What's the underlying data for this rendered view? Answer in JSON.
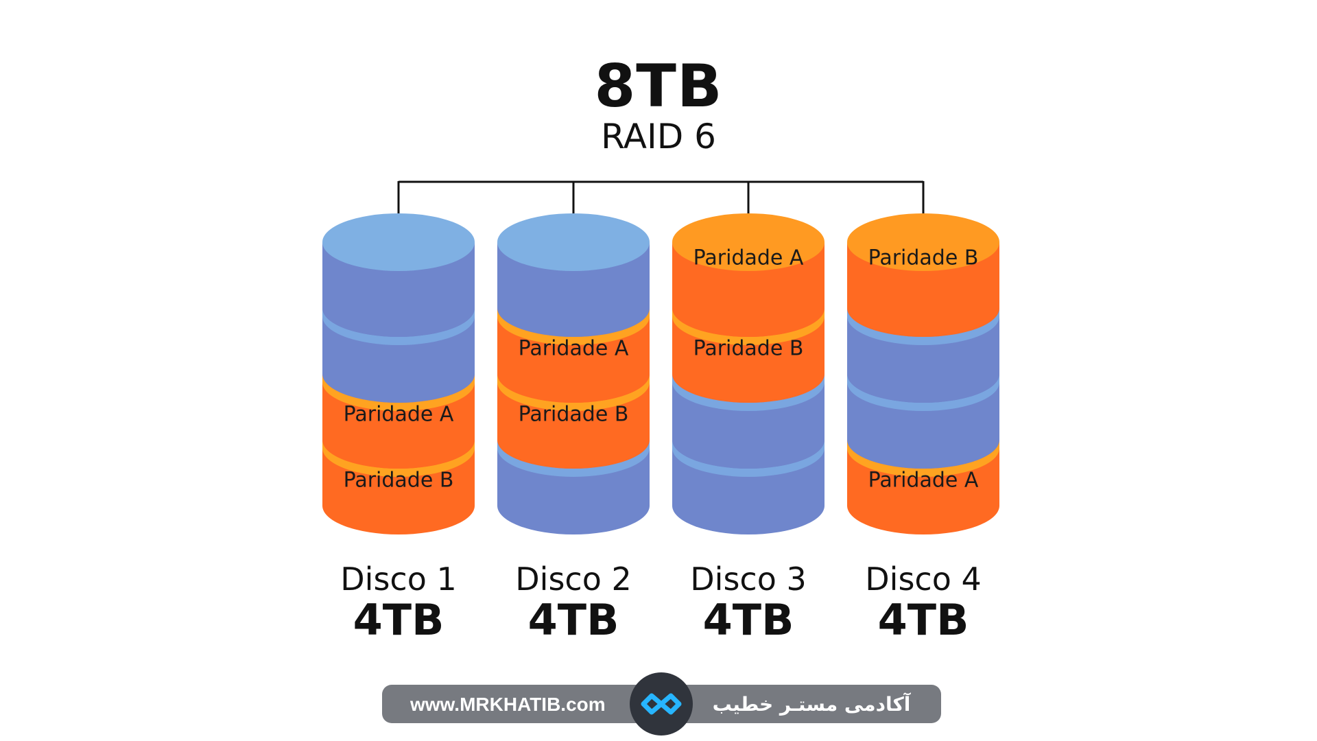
{
  "header": {
    "capacity": "8TB",
    "raid_level": "RAID 6"
  },
  "colors": {
    "data_top": "#7fb0e3",
    "data_body": "#6f86cc",
    "data_ring": "#7aa6e0",
    "parity_top": "#ff9a22",
    "parity_body": "#ff6a22",
    "parity_ring": "#ffa321",
    "connector": "#111111",
    "footer_bg": "#777a80",
    "logo_bg": "#30343c",
    "logo_accent": "#27b5ff"
  },
  "disks": [
    {
      "name": "Disco 1",
      "capacity": "4TB",
      "segments": [
        {
          "type": "data",
          "label": ""
        },
        {
          "type": "data",
          "label": ""
        },
        {
          "type": "parity",
          "label": "Paridade A"
        },
        {
          "type": "parity",
          "label": "Paridade B"
        }
      ]
    },
    {
      "name": "Disco 2",
      "capacity": "4TB",
      "segments": [
        {
          "type": "data",
          "label": ""
        },
        {
          "type": "parity",
          "label": "Paridade A"
        },
        {
          "type": "parity",
          "label": "Paridade B"
        },
        {
          "type": "data",
          "label": ""
        }
      ]
    },
    {
      "name": "Disco 3",
      "capacity": "4TB",
      "segments": [
        {
          "type": "parity",
          "label": "Paridade A"
        },
        {
          "type": "parity",
          "label": "Paridade B"
        },
        {
          "type": "data",
          "label": ""
        },
        {
          "type": "data",
          "label": ""
        }
      ]
    },
    {
      "name": "Disco 4",
      "capacity": "4TB",
      "segments": [
        {
          "type": "parity",
          "label": "Paridade B"
        },
        {
          "type": "data",
          "label": ""
        },
        {
          "type": "data",
          "label": ""
        },
        {
          "type": "parity",
          "label": "Paridade A"
        }
      ]
    }
  ],
  "footer": {
    "url": "www.MRKHATIB.com",
    "brand": "آکادمی مستـر خطیب",
    "logo_icon": "infinity-logo-icon"
  }
}
